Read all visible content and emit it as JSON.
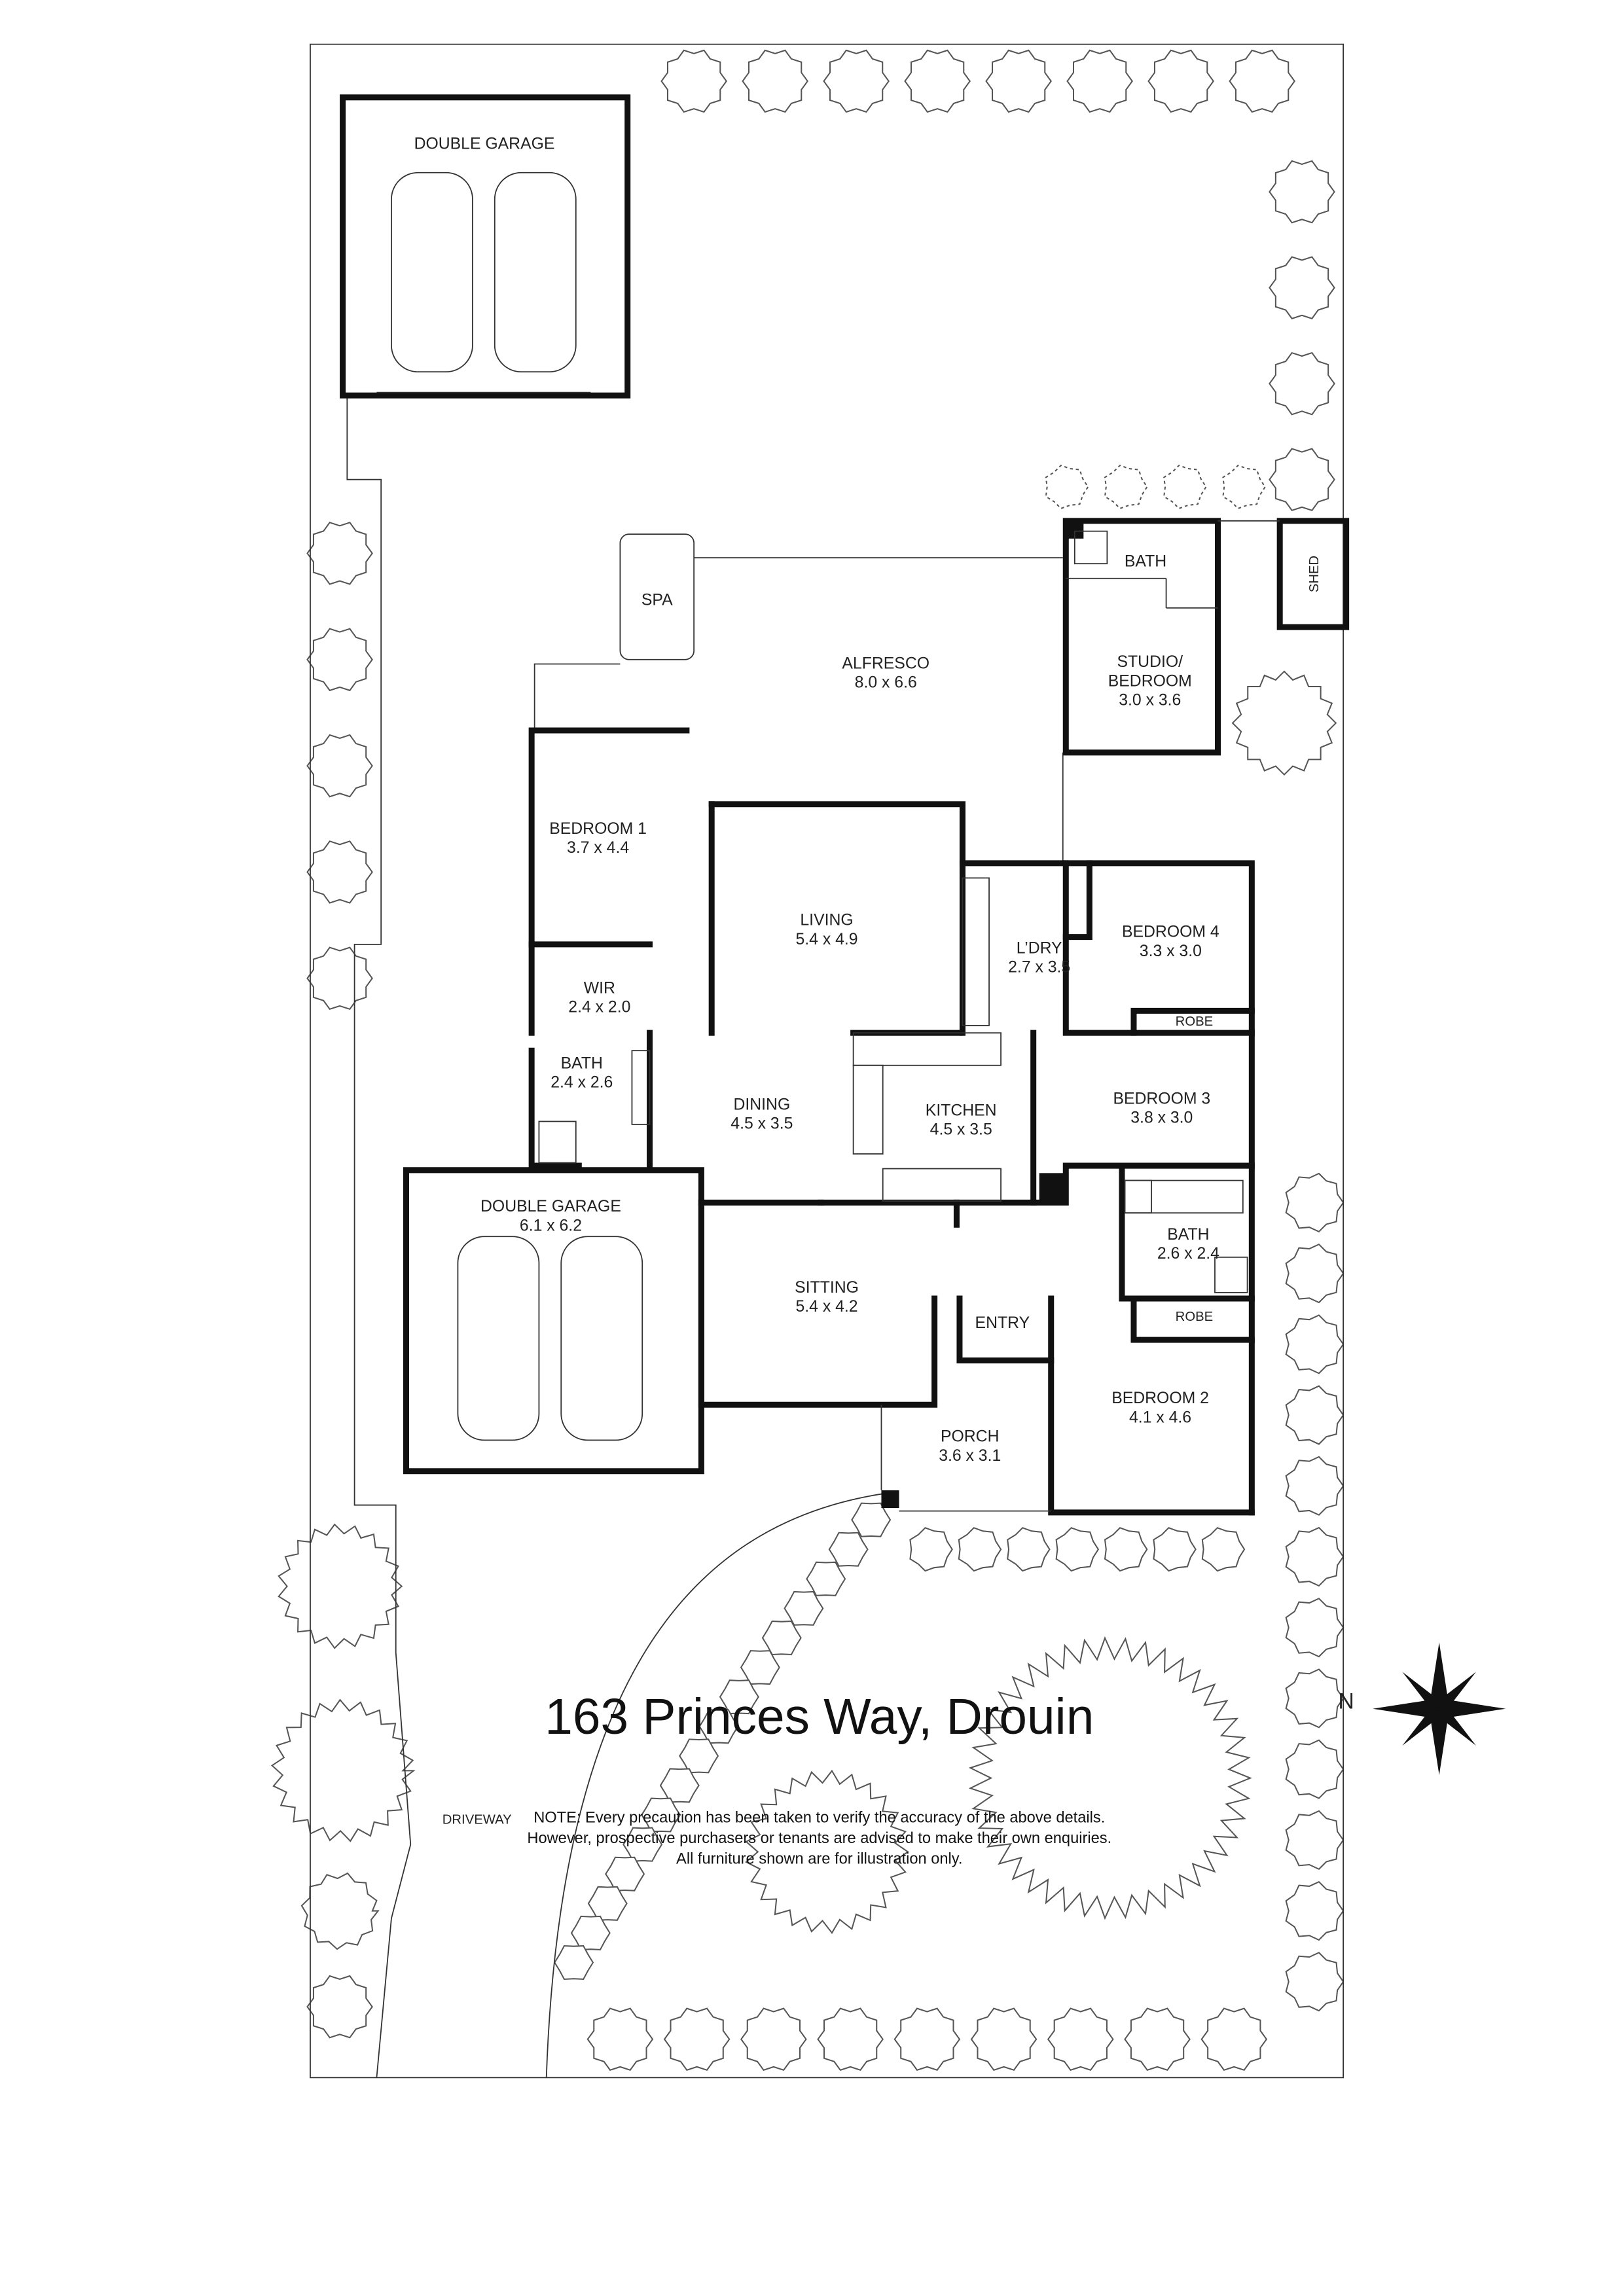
{
  "title": "163 Princes Way, Drouin",
  "compass_label": "N",
  "note_lines": [
    "NOTE: Every precaution has been taken to verify the accuracy of the above details.",
    "However, prospective purchasers or tenants are advised to make their own enquiries.",
    "All furniture shown are for illustration only."
  ],
  "rooms": {
    "garage_rear": {
      "name": "DOUBLE GARAGE"
    },
    "spa": {
      "name": "SPA"
    },
    "alfresco": {
      "name": "ALFRESCO",
      "size": "8.0 x 6.6"
    },
    "studio_bath": {
      "name": "BATH"
    },
    "studio": {
      "name1": "STUDIO/",
      "name2": "BEDROOM",
      "size": "3.0 x 3.6"
    },
    "shed": {
      "name": "SHED"
    },
    "bedroom1": {
      "name": "BEDROOM 1",
      "size": "3.7 x 4.4"
    },
    "living": {
      "name": "LIVING",
      "size": "5.4 x 4.9"
    },
    "laundry": {
      "name": "L’DRY",
      "size": "2.7 x 3.5"
    },
    "bedroom4": {
      "name": "BEDROOM 4",
      "size": "3.3 x 3.0"
    },
    "robe4": {
      "name": "ROBE"
    },
    "wir": {
      "name": "WIR",
      "size": "2.4 x 2.0"
    },
    "bath1": {
      "name": "BATH",
      "size": "2.4 x 2.6"
    },
    "dining": {
      "name": "DINING",
      "size": "4.5 x 3.5"
    },
    "kitchen": {
      "name": "KITCHEN",
      "size": "4.5 x 3.5"
    },
    "bedroom3": {
      "name": "BEDROOM 3",
      "size": "3.8 x 3.0"
    },
    "bath2": {
      "name": "BATH",
      "size": "2.6 x 2.4"
    },
    "robe2": {
      "name": "ROBE"
    },
    "garage_front": {
      "name": "DOUBLE GARAGE",
      "size": "6.1 x 6.2"
    },
    "sitting": {
      "name": "SITTING",
      "size": "5.4 x 4.2"
    },
    "entry": {
      "name": "ENTRY"
    },
    "bedroom2": {
      "name": "BEDROOM 2",
      "size": "4.1 x 4.6"
    },
    "porch": {
      "name": "PORCH",
      "size": "3.6 x 3.1"
    },
    "driveway": {
      "name": "DRIVEWAY"
    }
  }
}
